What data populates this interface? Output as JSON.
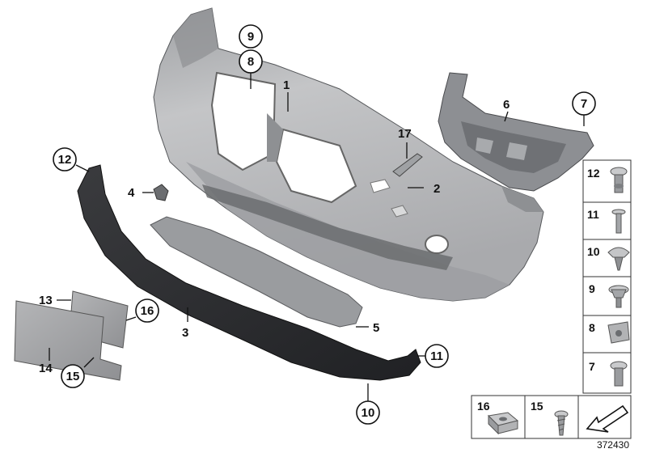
{
  "diagram": {
    "reference_number": "372430",
    "callouts": [
      {
        "id": "c1",
        "label": "1",
        "circled": false
      },
      {
        "id": "c2",
        "label": "2",
        "circled": false
      },
      {
        "id": "c3",
        "label": "3",
        "circled": false
      },
      {
        "id": "c4",
        "label": "4",
        "circled": false
      },
      {
        "id": "c5",
        "label": "5",
        "circled": false
      },
      {
        "id": "c6",
        "label": "6",
        "circled": false
      },
      {
        "id": "c7",
        "label": "7",
        "circled": true
      },
      {
        "id": "c8",
        "label": "8",
        "circled": true
      },
      {
        "id": "c9",
        "label": "9",
        "circled": true
      },
      {
        "id": "c10",
        "label": "10",
        "circled": true
      },
      {
        "id": "c11",
        "label": "11",
        "circled": true
      },
      {
        "id": "c12",
        "label": "12",
        "circled": true
      },
      {
        "id": "c13",
        "label": "13",
        "circled": false
      },
      {
        "id": "c14",
        "label": "14",
        "circled": false
      },
      {
        "id": "c15",
        "label": "15",
        "circled": true
      },
      {
        "id": "c16",
        "label": "16",
        "circled": true
      },
      {
        "id": "c17",
        "label": "17",
        "circled": false
      }
    ],
    "fastener_panel": [
      "12",
      "11",
      "10",
      "9",
      "8",
      "7"
    ],
    "bottom_panel": [
      "16",
      "15"
    ],
    "colors": {
      "bumper_body": "#b8b9bb",
      "bumper_shadow": "#8e9093",
      "dark_part": "#2c2d30",
      "bracket": "#8d8f93",
      "plate_holder": "#a6a7a9",
      "outline": "#111111"
    }
  }
}
